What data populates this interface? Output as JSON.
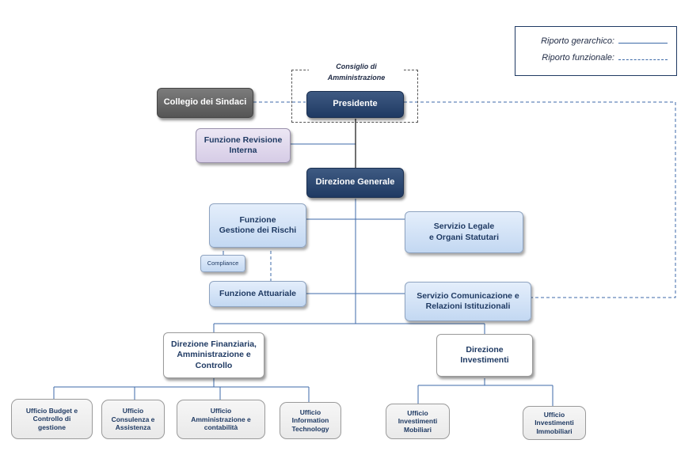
{
  "legend": {
    "hierarchical": "Riporto gerarchico:",
    "functional": "Riporto funzionale:"
  },
  "board": {
    "label": "Consiglio di\nAmministrazione"
  },
  "nodes": {
    "presidente": "Presidente",
    "collegio_sindaci": "Collegio dei Sindaci",
    "revisione_interna": "Funzione Revisione\nInterna",
    "direzione_generale": "Direzione Generale",
    "gestione_rischi": "Funzione\nGestione dei Rischi",
    "compliance": "Compliance",
    "attuariale": "Funzione Attuariale",
    "servizio_legale": "Servizio Legale\ne Organi Statutari",
    "comunicazione": "Servizio Comunicazione e\nRelazioni Istituzionali",
    "direzione_finanziaria": "Direzione Finanziaria,\nAmministrazione e\nControllo",
    "direzione_investimenti": "Direzione\nInvestimenti",
    "budget": "Ufficio Budget e\nControllo di\ngestione",
    "consulenza": "Ufficio\nConsulenza e\nAssistenza",
    "amministrazione": "Ufficio\nAmministrazione e\ncontabilità",
    "it": "Ufficio\nInformation\nTechnology",
    "mobiliari": "Ufficio\nInvestimenti\nMobiliari",
    "immobiliari": "Ufficio\nInvestimenti\nImmobiliari"
  },
  "colors": {
    "connector": "#3d6aa8",
    "dark_box": "#2a4670",
    "gray_box": "#666666"
  }
}
